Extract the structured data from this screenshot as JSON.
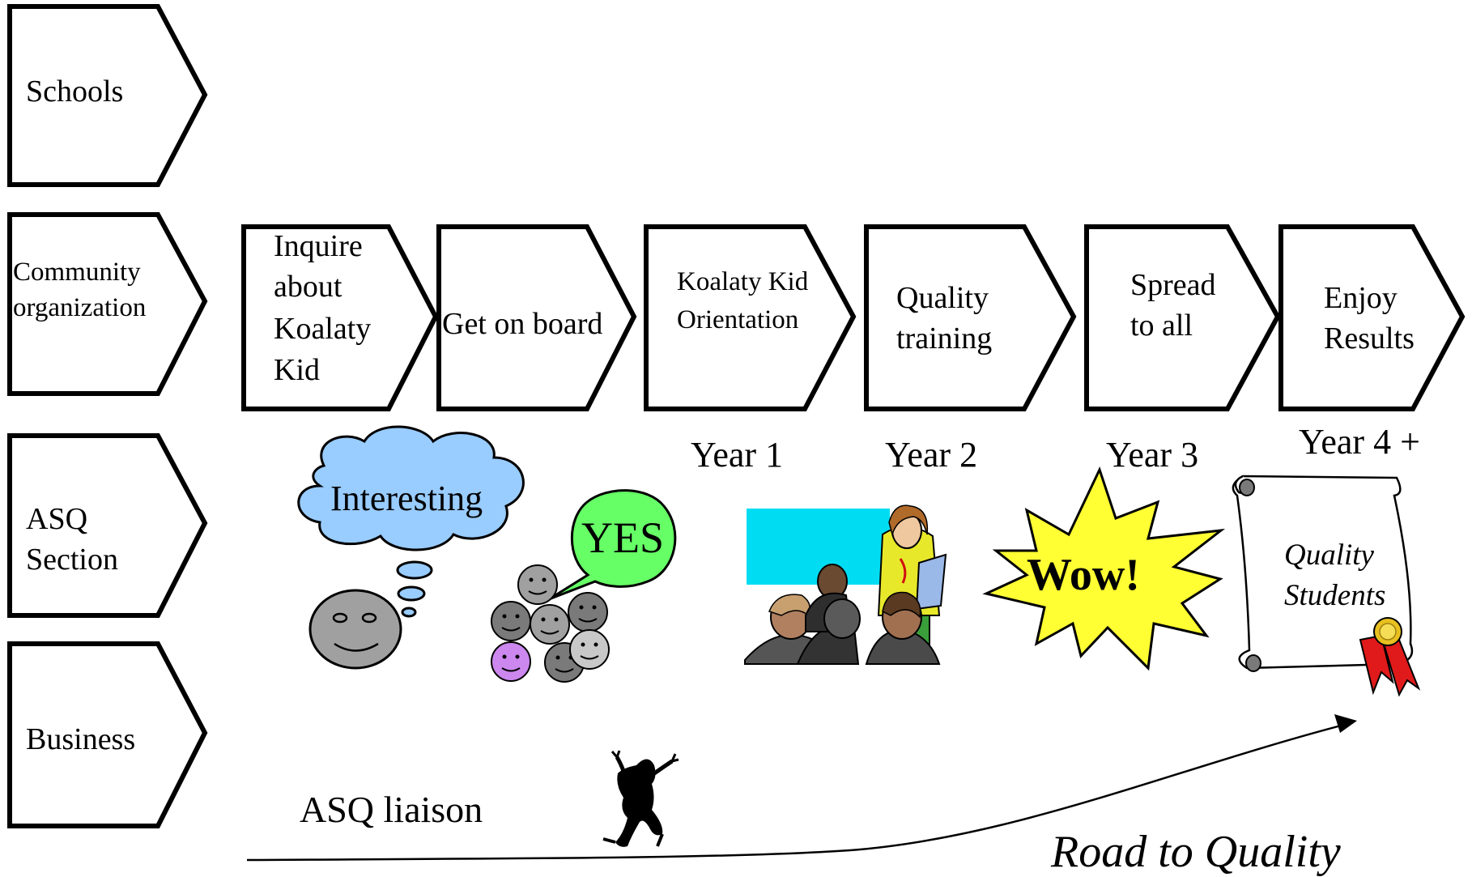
{
  "lanes": [
    {
      "label_lines": [
        "Schools"
      ]
    },
    {
      "label_lines": [
        "Community",
        "organization"
      ]
    },
    {
      "label_lines": [
        "ASQ",
        "Section"
      ]
    },
    {
      "label_lines": [
        "Business"
      ]
    }
  ],
  "steps": [
    {
      "label_lines": [
        "Inquire",
        "about",
        "Koalaty",
        "Kid"
      ]
    },
    {
      "label_lines": [
        "Get on board"
      ]
    },
    {
      "label_lines": [
        "Koalaty Kid",
        "Orientation"
      ]
    },
    {
      "label_lines": [
        "Quality",
        "training"
      ]
    },
    {
      "label_lines": [
        "Spread",
        "to all"
      ]
    },
    {
      "label_lines": [
        "Enjoy",
        "Results"
      ]
    }
  ],
  "years": [
    "Year 1",
    "Year 2",
    "Year 3",
    "Year 4 +"
  ],
  "illustrations": {
    "thought_bubble_text": "Interesting",
    "speech_bubble_text": "YES",
    "burst_text": "Wow!",
    "scroll_lines": [
      "Quality",
      "Students"
    ]
  },
  "road": {
    "liaison_label": "ASQ liaison",
    "title": "Road to Quality"
  },
  "colors": {
    "cloud": "#99ccff",
    "speech_bubble": "#66ff66",
    "burst": "#ffff33",
    "whiteboard": "#00ddf2",
    "ribbon": "#e01a1a",
    "smiley_grey": "#a0a0a0",
    "smiley_dark": "#7a7a7a",
    "smiley_purple": "#cc88ee"
  }
}
